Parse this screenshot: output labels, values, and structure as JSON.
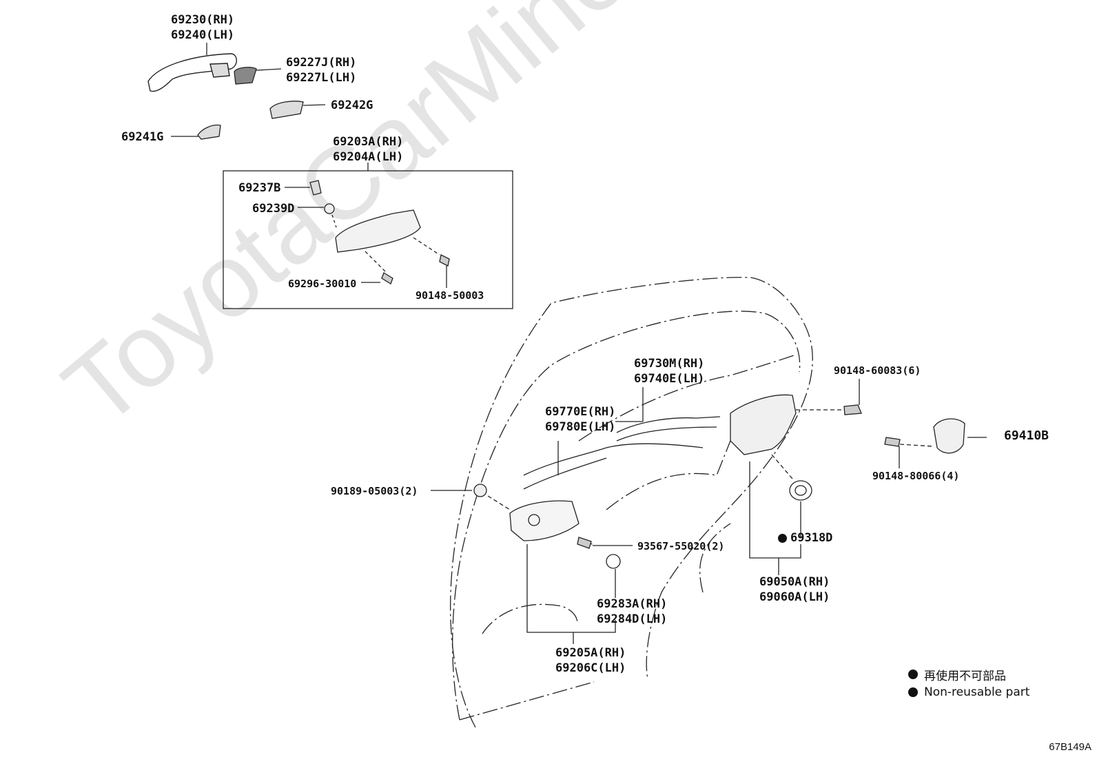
{
  "watermark": "ToyotaCarMine.ru",
  "labels": {
    "handle_outer": [
      "69230(RH)",
      "69240(LH)"
    ],
    "cover": [
      "69227J(RH)",
      "69227L(LH)"
    ],
    "pad_g": "69242G",
    "pad_rear": "69241G",
    "frame_assy": [
      "69203A(RH)",
      "69204A(LH)"
    ],
    "p69237b": "69237B",
    "p69239d": "69239D",
    "p69296": "69296-30010",
    "p90148_50003": "90148-50003",
    "rod_730": [
      "69730M(RH)",
      "69740E(LH)"
    ],
    "cable_770": [
      "69770E(RH)",
      "69780E(LH)"
    ],
    "screw_60083": "90148-60083(6)",
    "striker": "69410B",
    "screw_80066": "90148-80066(4)",
    "clip_05003": "90189-05003(2)",
    "screw_55020": "93567-55020(2)",
    "cap": [
      "69283A(RH)",
      "69284D(LH)"
    ],
    "inner_handle": [
      "69205A(RH)",
      "69206C(LH)"
    ],
    "seal": "69318D",
    "lock_assy": [
      "69050A(RH)",
      "69060A(LH)"
    ]
  },
  "legend": {
    "jp": "再使用不可部品",
    "en": "Non-reusable part"
  },
  "figure_code": "67B149A"
}
